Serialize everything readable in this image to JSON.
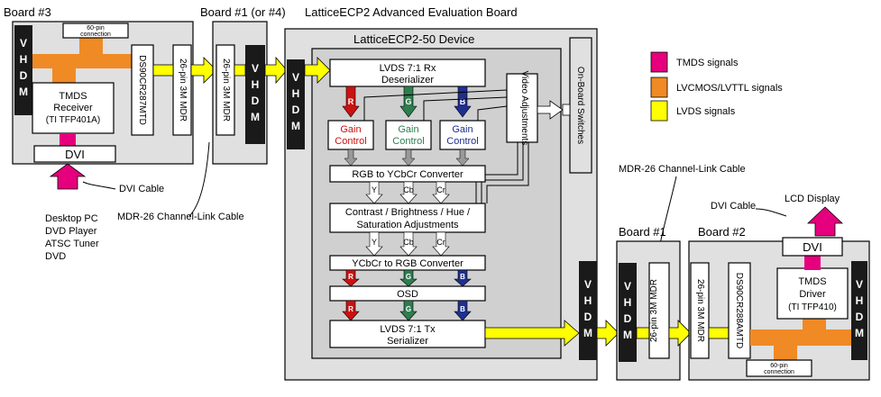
{
  "labels": {
    "board3": "Board #3",
    "board1or4": "Board #1 (or #4)",
    "eval_board": "LatticeECP2 Advanced Evaluation Board",
    "device": "LatticeECP2-50 Device",
    "board1": "Board #1",
    "board2": "Board #2",
    "vhdm": "V H D M",
    "conn60": "60-pin connection",
    "tmds_rx": "TMDS Receiver (TI TFP401A)",
    "ds90r": "DS90CR287MTD",
    "mdr26": "26-pin 3M MDR",
    "dvi": "DVI",
    "dvi_cable": "DVI Cable",
    "sources": [
      "Desktop PC",
      "DVD Player",
      "ATSC Tuner",
      "DVD"
    ],
    "mdr_cable": "MDR-26 Channel-Link Cable",
    "lvds_rx": [
      "LVDS 7:1 Rx",
      "Deserializer"
    ],
    "gain_r": [
      "Gain",
      "Control"
    ],
    "gain_g": [
      "Gain",
      "Control"
    ],
    "gain_b": [
      "Gain",
      "Control"
    ],
    "rgb2ycbcr": "RGB to YCbCr Converter",
    "cbsh": [
      "Contrast / Brightness / Hue /",
      "Saturation Adjustments"
    ],
    "ycbcr2rgb": "YCbCr to RGB Converter",
    "osd": "OSD",
    "lvds_tx": [
      "LVDS 7:1 Tx",
      "Serializer"
    ],
    "video_adj": "Video Adjustments",
    "onboard_sw": "On-Board Switches",
    "ch_r": "R",
    "ch_g": "G",
    "ch_b": "B",
    "ch_y": "Y",
    "ch_cb": "Cb",
    "ch_cr": "Cr",
    "mdr_cable2": "MDR-26 Channel-Link Cable",
    "dvi_cable2": "DVI Cable",
    "lcd": "LCD Display",
    "ds90t": "DS90CR288AMTD",
    "tmds_tx": [
      "TMDS",
      "Driver",
      "(TI  TFP410)"
    ]
  },
  "legend": [
    {
      "label": "TMDS signals",
      "color": "#e6007e"
    },
    {
      "label": "LVCMOS/LVTTL signals",
      "color": "#f08a24"
    },
    {
      "label": "LVDS signals",
      "color": "#ffff00"
    }
  ],
  "colors": {
    "tmds": "#e6007e",
    "lvcmos": "#f08a24",
    "lvds": "#ffff00",
    "red": "#cc1111",
    "green": "#2e7d4f",
    "blue": "#1f2f8f"
  }
}
